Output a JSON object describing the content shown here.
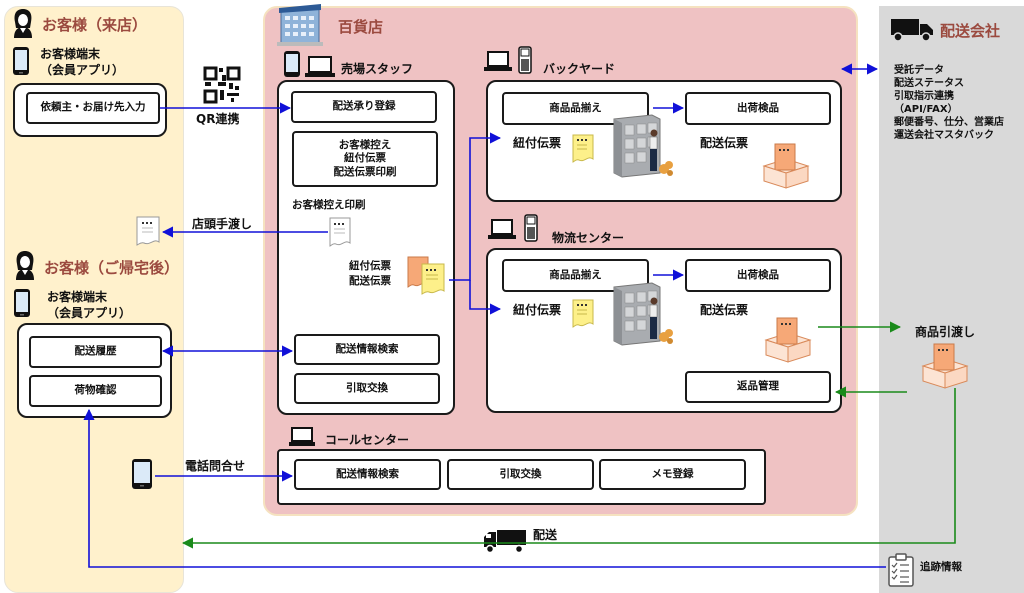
{
  "customer_store": {
    "title": "お客様（来店）",
    "device_label": "お客様端末\n（会員アプリ）",
    "input_box": "依頼主・お届け先入力",
    "qr_label": "QR連携"
  },
  "customer_home": {
    "title": "お客様（ご帰宅後）",
    "device_label": "お客様端末\n（会員アプリ）",
    "items": [
      "配送履歴",
      "荷物確認"
    ],
    "phone_label": "電話問合せ"
  },
  "handover": {
    "label": "店頭手渡し"
  },
  "department_store": {
    "title": "百貨店",
    "sales_staff": {
      "title": "売場スタッフ",
      "register": "配送承り登録",
      "print_box": "お客様控え\n紐付伝票\n配送伝票印刷",
      "customer_copy_print": "お客様控え印刷",
      "slips_label": "紐付伝票\n配送伝票",
      "search": "配送情報検索",
      "exchange": "引取交換"
    },
    "backyard": {
      "title": "バックヤード",
      "picking": "商品品揃え",
      "inspection": "出荷検品",
      "tag_slip": "紐付伝票",
      "delivery_slip": "配送伝票"
    },
    "logistics_center": {
      "title": "物流センター",
      "picking": "商品品揃え",
      "inspection": "出荷検品",
      "tag_slip": "紐付伝票",
      "delivery_slip": "配送伝票",
      "returns": "返品管理"
    },
    "call_center": {
      "title": "コールセンター",
      "buttons": [
        "配送情報検索",
        "引取交換",
        "メモ登録"
      ]
    }
  },
  "carrier": {
    "title": "配送会社",
    "data_items": "受託データ\n配送ステータス\n引取指示連携\n（API/FAX）\n郵便番号、仕分、営業店\n運送会社マスタバック",
    "handover_label": "商品引渡し",
    "tracking_label": "追跡情報"
  },
  "flows": {
    "delivery_label": "配送"
  },
  "colors": {
    "customer_bg": "#fff1cc",
    "store_bg": "#efc2c3",
    "carrier_bg": "#d9d9d9",
    "title_red": "#9b4a3f",
    "flow_blue": "#1010d8",
    "flow_green": "#1a8a1a",
    "slip_yellow": "#fdf08a",
    "slip_orange": "#f6a877"
  }
}
